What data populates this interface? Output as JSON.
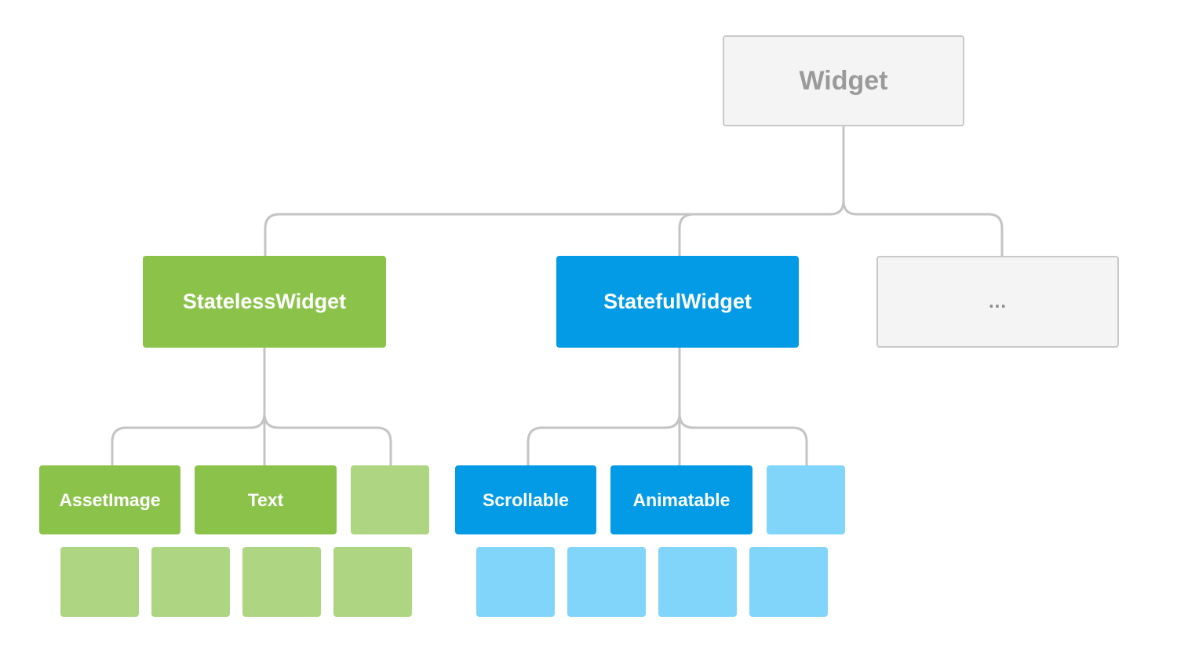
{
  "diagram": {
    "root": {
      "label": "Widget"
    },
    "stateless": {
      "label": "StatelessWidget",
      "children": [
        {
          "label": "AssetImage"
        },
        {
          "label": "Text"
        },
        {
          "label": ""
        }
      ]
    },
    "stateful": {
      "label": "StatefulWidget",
      "children": [
        {
          "label": "Scrollable"
        },
        {
          "label": "Animatable"
        },
        {
          "label": ""
        }
      ]
    },
    "more": {
      "label": "..."
    }
  },
  "colors": {
    "connector": "#c4c4c4",
    "root_fill": "#f4f4f4",
    "root_border": "#c9c9c9",
    "root_text": "#9a9a9a",
    "green": "#8bc34a",
    "green_light": "#aed581",
    "blue": "#039be5",
    "blue_light": "#81d4fa"
  }
}
